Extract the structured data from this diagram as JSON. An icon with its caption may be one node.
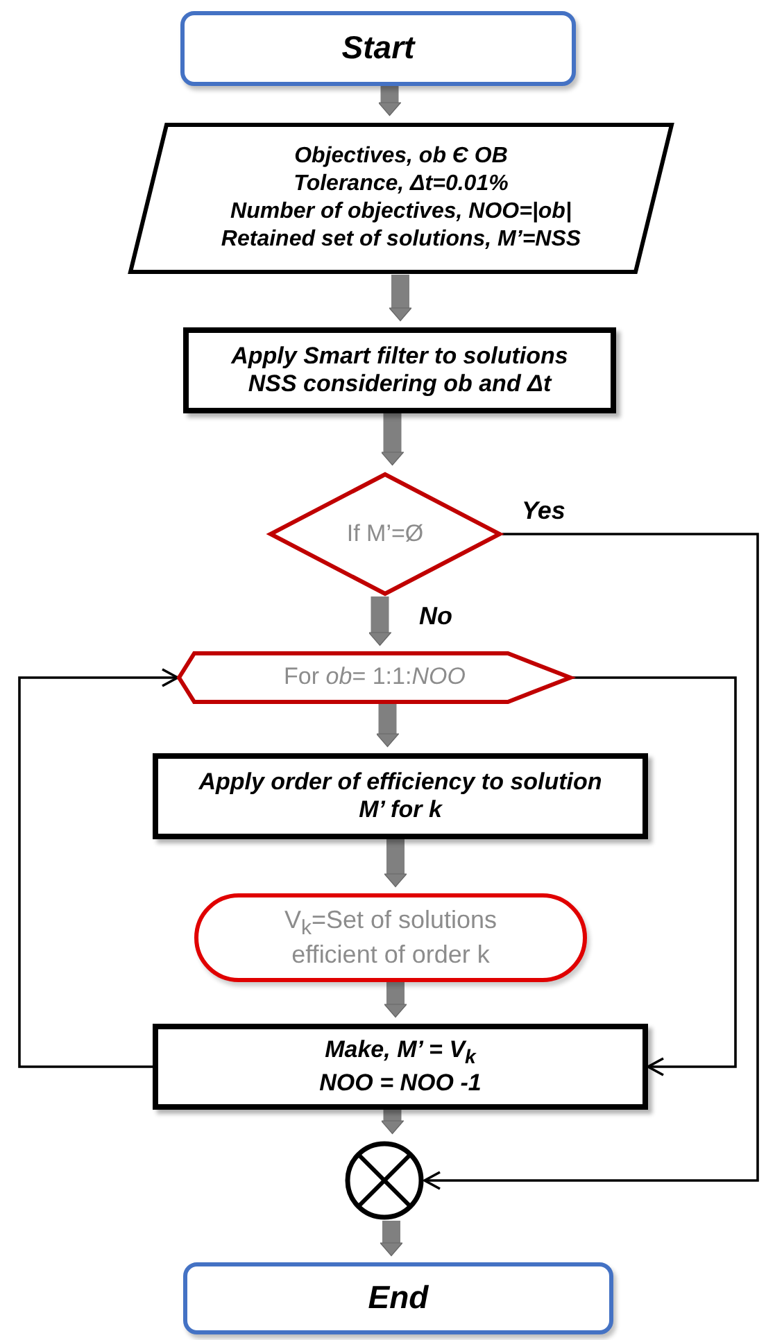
{
  "diagram": {
    "nodes": [
      {
        "text": [
          "Start"
        ]
      },
      {
        "text": [
          "Objectives, ob Є OB",
          "Tolerance, Δt=0.01%",
          "Number of objectives, NOO=|ob|",
          "Retained set of solutions, M’=NSS"
        ]
      },
      {
        "text": [
          "Apply Smart filter to solutions NSS considering ob and Δt"
        ]
      },
      {
        "text": [
          "If M’=Ø"
        ]
      },
      {
        "text": [
          "For *ob*= 1:1:*NOO*"
        ]
      },
      {
        "text": [
          "Apply order of efficiency to solution M’ for k"
        ]
      },
      {
        "text": [
          "V$_{k}$=Set of solutions efficient of order k"
        ]
      },
      {
        "text": [
          "Make, M’ = V$_{k}$",
          "NOO = NOO -1"
        ]
      },
      {
        "text": [],
        "shape": "circle"
      },
      {
        "text": [
          "End"
        ]
      }
    ],
    "edges": [
      {
        "from": 0,
        "to": 1,
        "arrow": "to"
      },
      {
        "from": 1,
        "to": 2,
        "arrow": "to"
      },
      {
        "from": 2,
        "to": 3,
        "arrow": "to"
      },
      {
        "from": 3,
        "to": 4,
        "arrow": "to",
        "label": "No"
      },
      {
        "from": 4,
        "to": 5,
        "arrow": "to"
      },
      {
        "from": 5,
        "to": 6,
        "arrow": "to"
      },
      {
        "from": 6,
        "to": 7,
        "arrow": "to"
      },
      {
        "from": 7,
        "to": 8,
        "arrow": "to"
      },
      {
        "from": 8,
        "to": 9,
        "arrow": "to"
      },
      {
        "from": 3,
        "to": 8,
        "arrow": "to",
        "color": "#000000",
        "label": "Yes"
      },
      {
        "from": 7,
        "to": 4,
        "arrow": "to",
        "color": "#000000"
      },
      {
        "from": 4,
        "to": 7,
        "arrow": "to",
        "color": "#000000"
      }
    ]
  }
}
